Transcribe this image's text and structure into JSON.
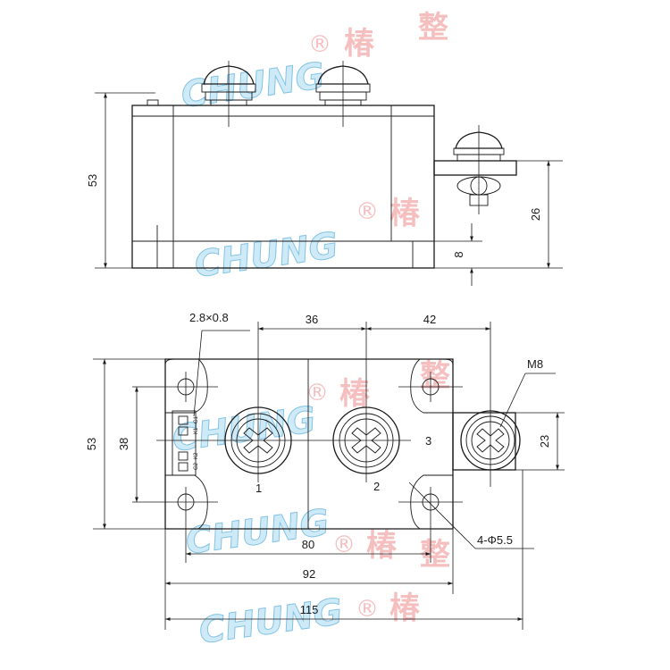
{
  "watermarks": [
    {
      "latin": "CHUNG",
      "registered": "®",
      "cjk1": "椿",
      "cjk2": "整"
    },
    {
      "latin": "CHUNG",
      "registered": "®",
      "cjk1": "椿"
    },
    {
      "latin": "CHUNG",
      "registered": "®",
      "cjk1": "椿"
    },
    {
      "latin": "CHUNG",
      "registered": "®",
      "cjk1": "椿",
      "cjk2": "整"
    },
    {
      "latin": "CHUNG",
      "registered": "®",
      "cjk1": "椿",
      "cjk2": "整"
    }
  ],
  "side_view": {
    "dims": {
      "height": "53",
      "terminal_height": "26",
      "base_height": "8"
    }
  },
  "top_view": {
    "dims": {
      "height": "53",
      "hole_pitch_vertical": "38",
      "terminal_pitch_1_2": "36",
      "terminal_pitch_2_3": "42",
      "terminal3_width": "23",
      "hole_pitch_horizontal": "80",
      "body_length": "92",
      "overall_length": "115"
    },
    "labels": {
      "pin_size": "2.8×0.8",
      "screw": "M8",
      "mount_holes": "4-Φ5.5",
      "terminal_1": "1",
      "terminal_2": "2",
      "terminal_3": "3",
      "pin_g1": "G1",
      "pin_k1": "K1",
      "pin_k2": "K2",
      "pin_g2": "G2"
    }
  }
}
